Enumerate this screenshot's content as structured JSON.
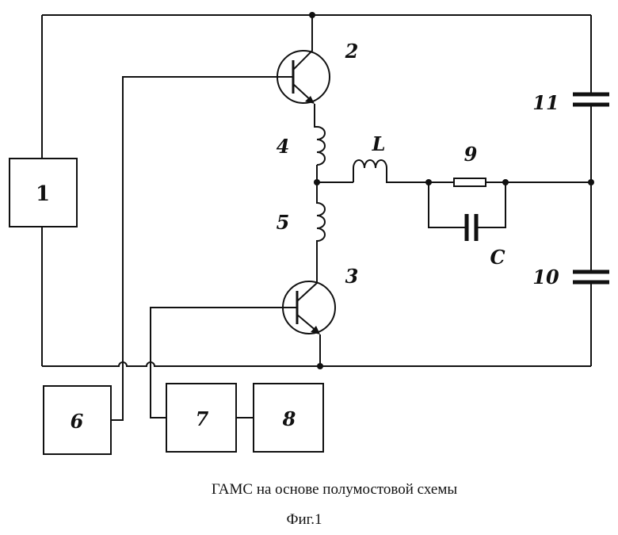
{
  "blocks": {
    "b1": "1",
    "b6": "6",
    "b7": "7",
    "b8": "8"
  },
  "labels": {
    "t2": "2",
    "t3": "3",
    "ind4": "4",
    "ind5": "5",
    "L": "L",
    "r9": "9",
    "C": "C",
    "c10": "10",
    "c11": "11"
  },
  "caption": {
    "title": "ГАМС на основе полумостовой схемы",
    "fig": "Фиг.1"
  }
}
